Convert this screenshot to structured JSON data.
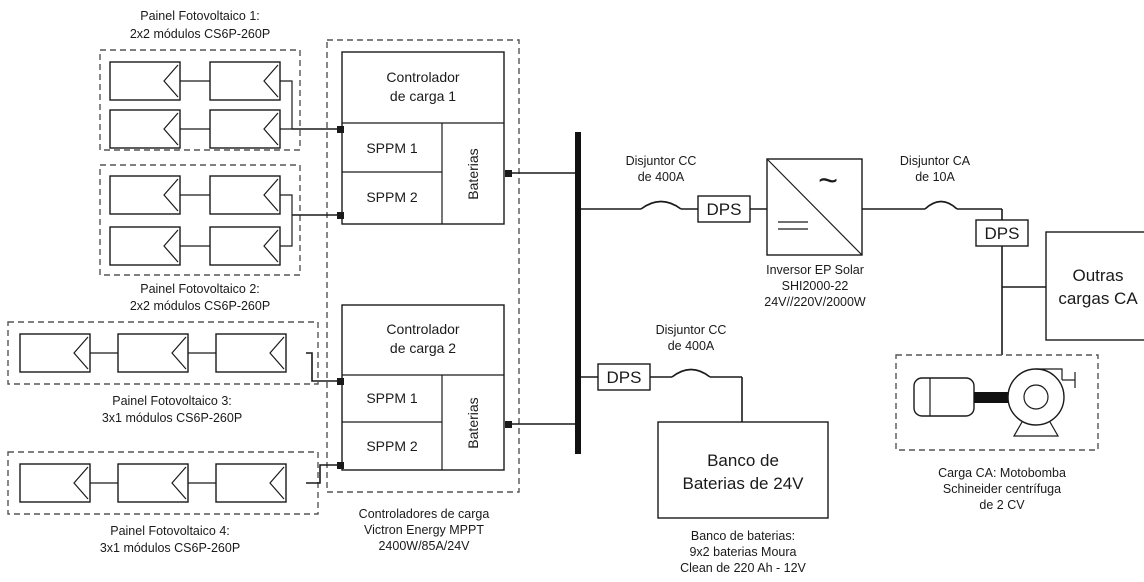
{
  "panels": {
    "p1": {
      "line1": "Painel Fotovoltaico 1:",
      "line2": "2x2 módulos CS6P-260P"
    },
    "p2": {
      "line1": "Painel Fotovoltaico 2:",
      "line2": "2x2 módulos CS6P-260P"
    },
    "p3": {
      "line1": "Painel Fotovoltaico 3:",
      "line2": "3x1 módulos CS6P-260P"
    },
    "p4": {
      "line1": "Painel Fotovoltaico 4:",
      "line2": "3x1 módulos CS6P-260P"
    }
  },
  "controllers": {
    "c1": {
      "title1": "Controlador",
      "title2": "de carga 1",
      "sppm1": "SPPM 1",
      "sppm2": "SPPM 2",
      "bat": "Baterias"
    },
    "c2": {
      "title1": "Controlador",
      "title2": "de carga 2",
      "sppm1": "SPPM 1",
      "sppm2": "SPPM 2",
      "bat": "Baterias"
    },
    "caption1": "Controladores de carga",
    "caption2": "Victron Energy MPPT",
    "caption3": "2400W/85A/24V"
  },
  "breakers": {
    "cc_top1": "Disjuntor CC",
    "cc_top2": "de 400A",
    "cc_bot1": "Disjuntor CC",
    "cc_bot2": "de 400A",
    "ca1": "Disjuntor CA",
    "ca2": "de 10A"
  },
  "dps": {
    "top": "DPS",
    "bottom": "DPS",
    "ca": "DPS"
  },
  "inverter": {
    "line1": "Inversor EP Solar",
    "line2": "SHI2000-22",
    "line3": "24V//220V/2000W",
    "symbol": "~"
  },
  "battery_bank": {
    "title1": "Banco de",
    "title2": "Baterias de 24V",
    "caption1": "Banco de baterias:",
    "caption2": "9x2 baterias Moura",
    "caption3": "Clean de 220 Ah - 12V"
  },
  "loads": {
    "other1": "Outras",
    "other2": "cargas CA",
    "pump1": "Carga CA: Motobomba",
    "pump2": "Schineider centrífuga",
    "pump3": "de 2 CV"
  },
  "icons": {
    "pv_module": "pv-module-icon",
    "motor": "motor-icon",
    "pump": "centrifugal-pump-icon",
    "inverter": "inverter-icon"
  }
}
